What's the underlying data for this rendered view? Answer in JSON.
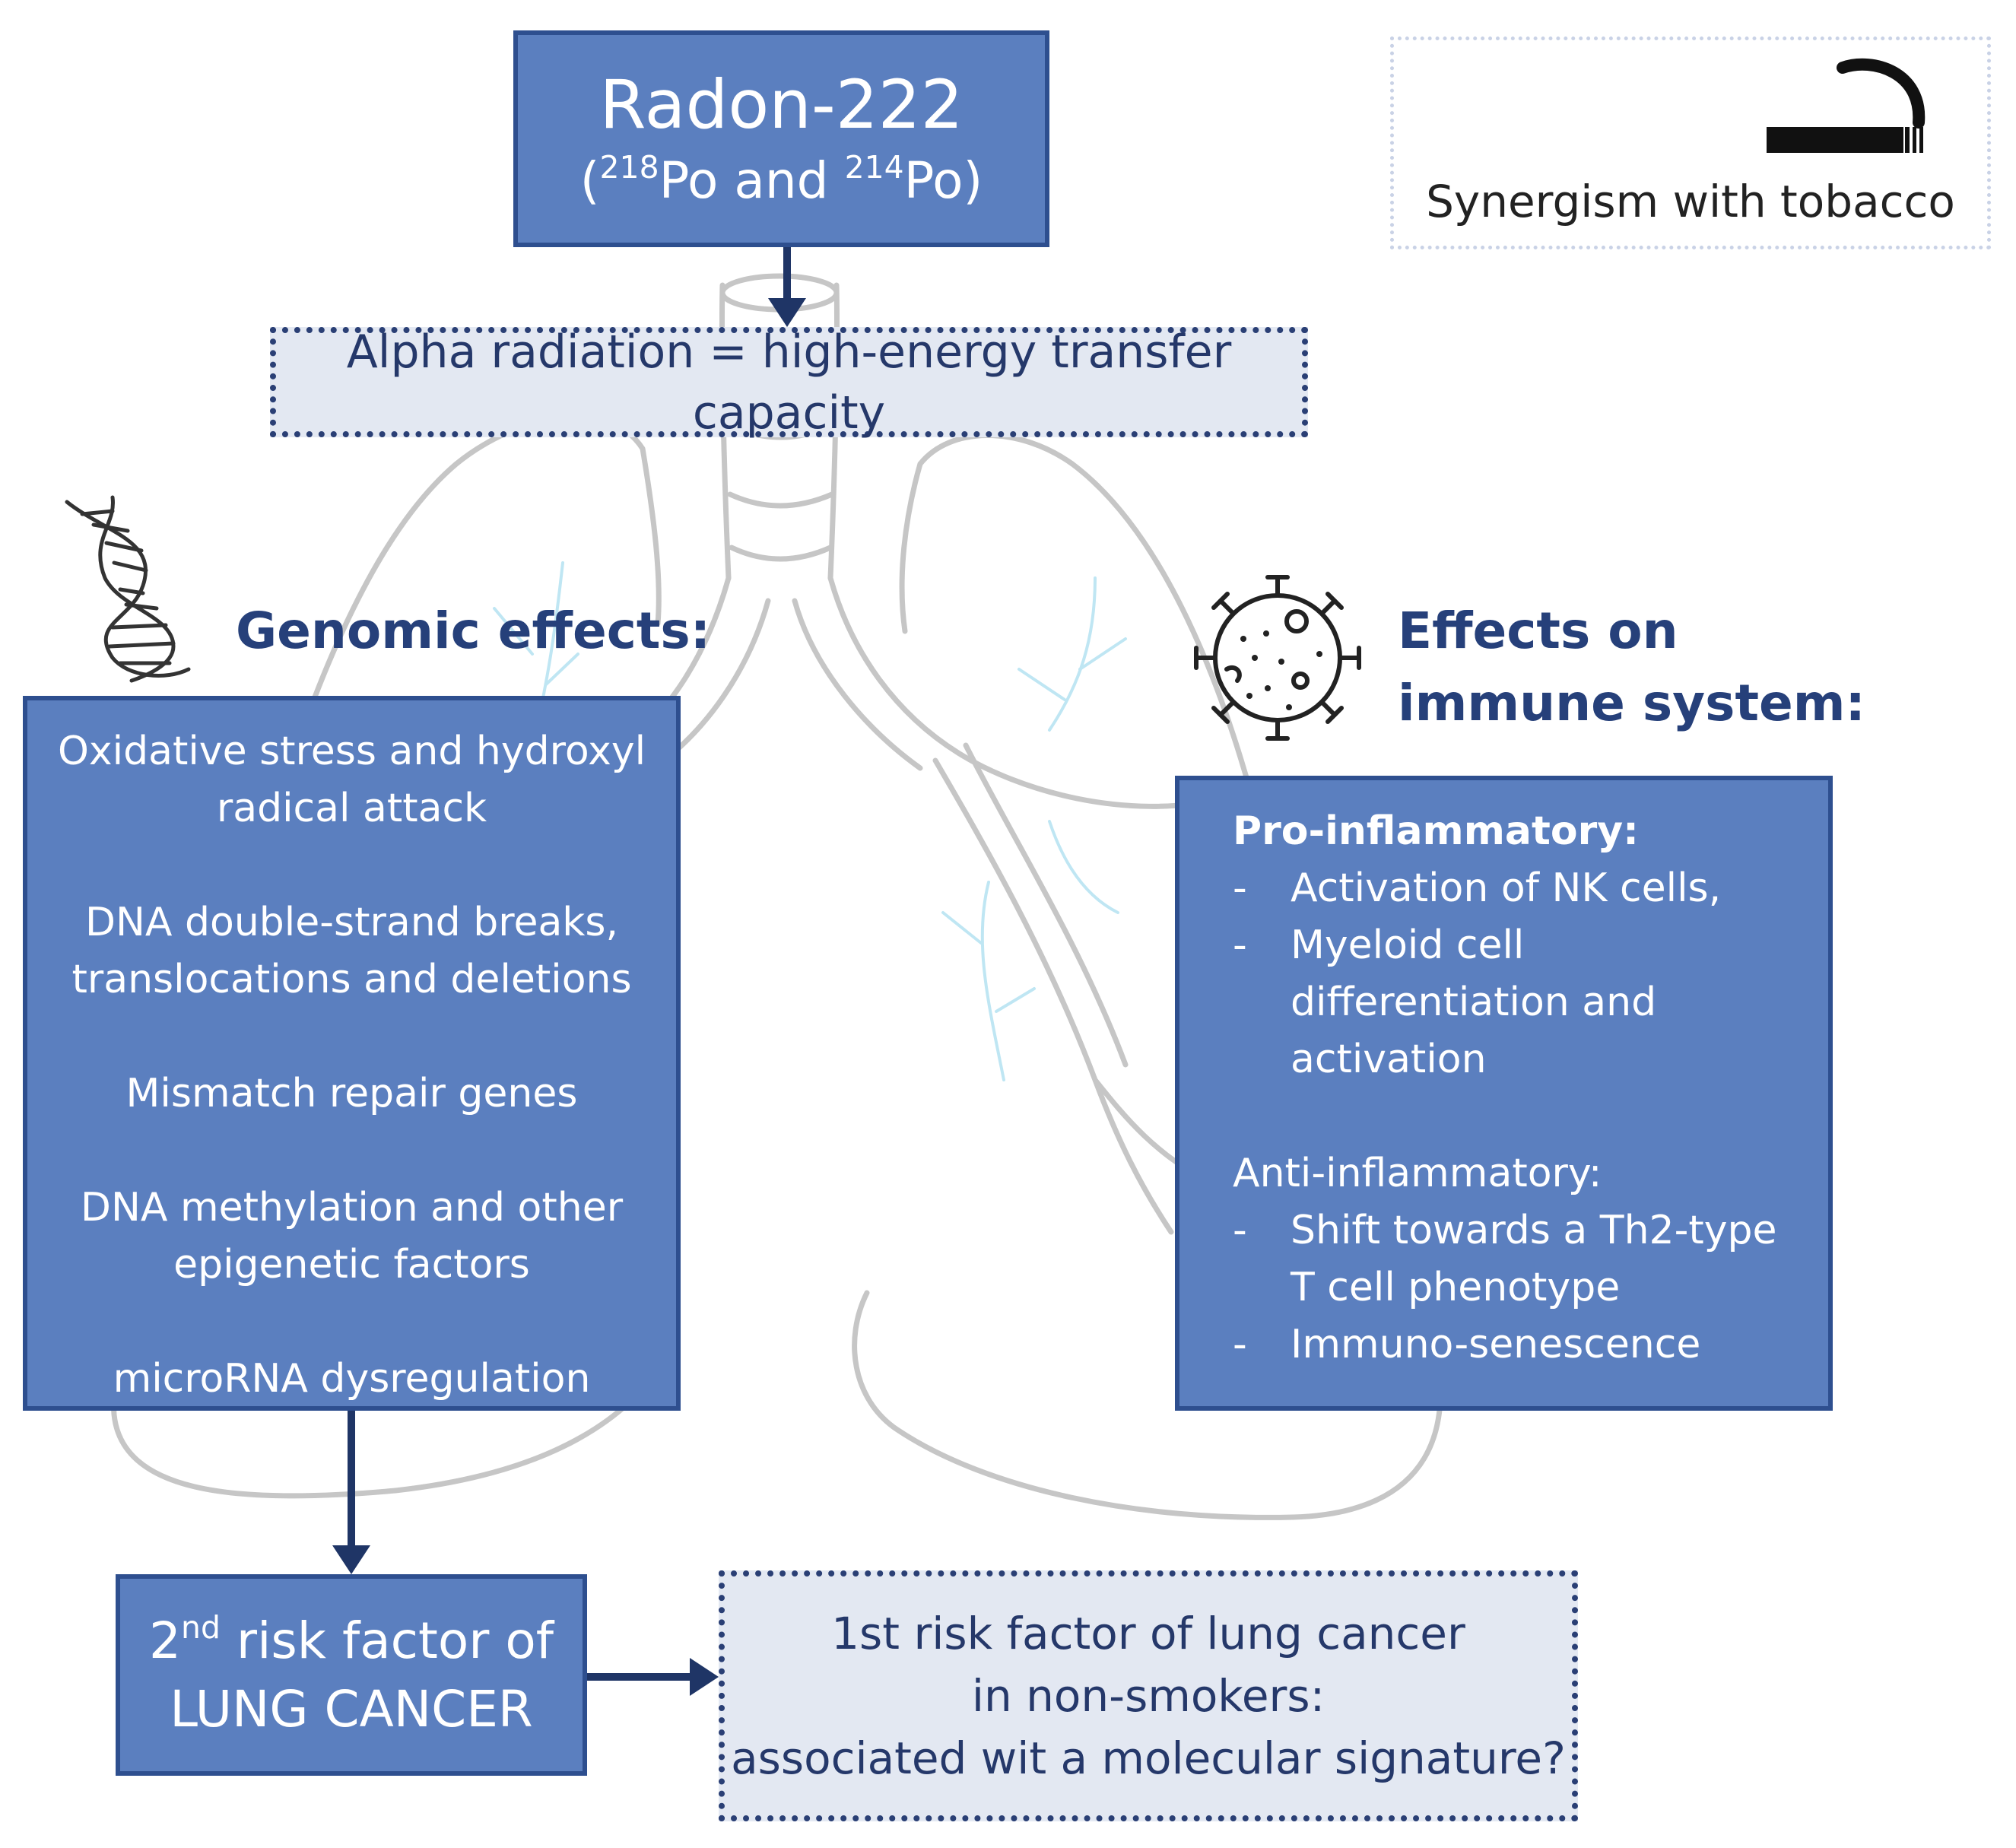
{
  "diagram": {
    "source": {
      "title": "Radon-222",
      "isotopes": {
        "open_paren": "(",
        "iso1_mass": "218",
        "iso1_symbol": "Po",
        "joiner": " and ",
        "iso2_mass": "214",
        "iso2_symbol": "Po",
        "close_paren": ")"
      }
    },
    "alpha_box": {
      "text": "Alpha radiation = high-energy transfer capacity"
    },
    "tobacco_box": {
      "icon": "cigarette-icon",
      "text": "Synergism with tobacco"
    },
    "genomic": {
      "icon": "dna-icon",
      "heading": "Genomic effects:",
      "items": [
        {
          "line1": "Oxidative stress and hydroxyl",
          "line2": "radical attack"
        },
        {
          "line1": "DNA double-strand breaks,",
          "line2": "translocations and deletions"
        },
        {
          "line1": "Mismatch repair genes",
          "line2": ""
        },
        {
          "line1": "DNA methylation and other",
          "line2": "epigenetic factors"
        },
        {
          "line1": "microRNA dysregulation",
          "line2": ""
        }
      ]
    },
    "immune": {
      "icon": "virus-icon",
      "heading_line1": "Effects on",
      "heading_line2": "immune system:",
      "pro_title": "Pro-inflammatory:",
      "pro_items": [
        {
          "dash": "-",
          "lines": [
            "Activation of NK cells,"
          ]
        },
        {
          "dash": "-",
          "lines": [
            "Myeloid cell",
            "differentiation and",
            "activation"
          ]
        }
      ],
      "anti_title": "Anti-inflammatory:",
      "anti_items": [
        {
          "dash": "-",
          "lines": [
            "Shift towards a Th2-type",
            "T cell phenotype"
          ]
        },
        {
          "dash": "-",
          "lines": [
            "Immuno-senescence"
          ]
        }
      ]
    },
    "risk2": {
      "ordinal_num": "2",
      "ordinal_suffix": "nd",
      "line1_rest": " risk factor of",
      "line2": "LUNG CANCER"
    },
    "risk1": {
      "line1": "1st risk factor of lung cancer",
      "line2": "in non-smokers:",
      "line3": "associated wit a molecular signature?"
    },
    "colors": {
      "box_fill": "#5b7fbf",
      "box_border": "#2e4f8f",
      "dotted_fill": "#e3e8f2",
      "dotted_border": "#2a3f75",
      "heading": "#26407a",
      "arrow": "#1f3566",
      "lung_outline": "#c6c6c6",
      "vessels": "#bfe6f3"
    }
  }
}
